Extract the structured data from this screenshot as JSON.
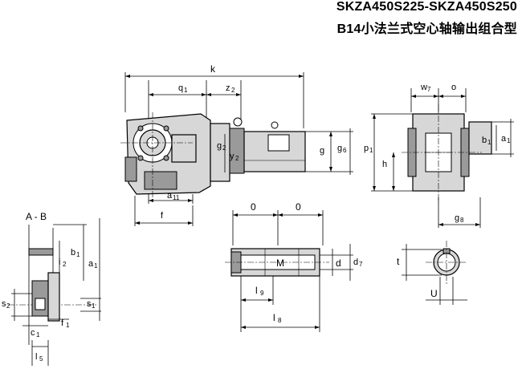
{
  "title": {
    "line1": "SKZA450S225-SKZA450S250",
    "line2": "B14小法兰式空心轴输出组合型"
  },
  "front_view": {
    "labels": {
      "k": "k",
      "q1": "q",
      "q1_sub": "1",
      "z2": "z",
      "z2_sub": "2",
      "g2": "g",
      "g2_sub": "2",
      "y2": "y",
      "y2_sub": "2",
      "g": "g",
      "g6": "g",
      "g6_sub": "6",
      "a11": "a",
      "a11_sub": "11",
      "f": "f"
    }
  },
  "side_view": {
    "labels": {
      "w7": "w",
      "w7_sub": "7",
      "o": "o",
      "p1": "p",
      "p1_sub": "1",
      "h": "h",
      "b1": "b",
      "b1_sub": "1",
      "a1": "a",
      "a1_sub": "1",
      "g8": "g",
      "g8_sub": "8"
    }
  },
  "flange_section": {
    "labels": {
      "section": "A - B",
      "i2": "i",
      "i2_sub": "2",
      "b1": "b",
      "b1_sub": "1",
      "a1": "a",
      "a1_sub": "1",
      "s2": "s",
      "s2_sub": "2",
      "s1": "s",
      "s1_sub": "1",
      "c1": "c",
      "c1_sub": "1",
      "f1": "f",
      "f1_sub": "1",
      "l5": "l",
      "l5_sub": "5"
    }
  },
  "hollow_shaft": {
    "labels": {
      "o_left": "0",
      "o_right": "0",
      "m": "M",
      "d": "d",
      "d7": "d",
      "d7_sub": "7",
      "l9": "l",
      "l9_sub": "9",
      "l8": "l",
      "l8_sub": "8"
    }
  },
  "shaft_end": {
    "labels": {
      "t": "t",
      "u": "U"
    }
  }
}
